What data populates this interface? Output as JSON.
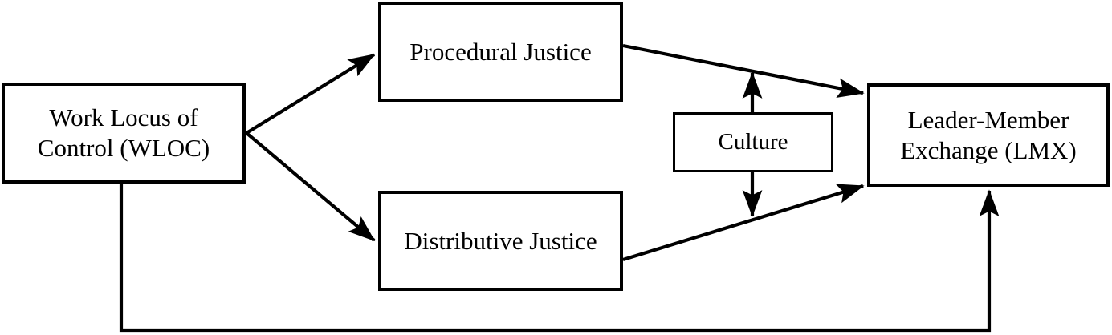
{
  "diagram": {
    "type": "conceptual-model-path-diagram",
    "background_color": "#ffffff",
    "line_color": "#000000",
    "nodes": [
      {
        "id": "wloc",
        "label": "Work Locus of\nControl (WLOC)"
      },
      {
        "id": "pj",
        "label": "Procedural Justice"
      },
      {
        "id": "dj",
        "label": "Distributive Justice"
      },
      {
        "id": "culture",
        "label": "Culture"
      },
      {
        "id": "lmx",
        "label": "Leader-Member\nExchange (LMX)"
      }
    ],
    "edges": [
      {
        "id": "wloc-to-pj",
        "from": "wloc",
        "to": "pj",
        "arrow": "single"
      },
      {
        "id": "wloc-to-dj",
        "from": "wloc",
        "to": "dj",
        "arrow": "single"
      },
      {
        "id": "pj-to-lmx",
        "from": "pj",
        "to": "lmx",
        "arrow": "single"
      },
      {
        "id": "dj-to-lmx",
        "from": "dj",
        "to": "lmx",
        "arrow": "single"
      },
      {
        "id": "culture-to-pj-lmx",
        "from": "culture",
        "to": "pj-to-lmx",
        "arrow": "single"
      },
      {
        "id": "culture-to-dj-lmx",
        "from": "culture",
        "to": "dj-to-lmx",
        "arrow": "single"
      },
      {
        "id": "wloc-to-lmx",
        "from": "wloc",
        "to": "lmx",
        "arrow": "single"
      }
    ]
  }
}
